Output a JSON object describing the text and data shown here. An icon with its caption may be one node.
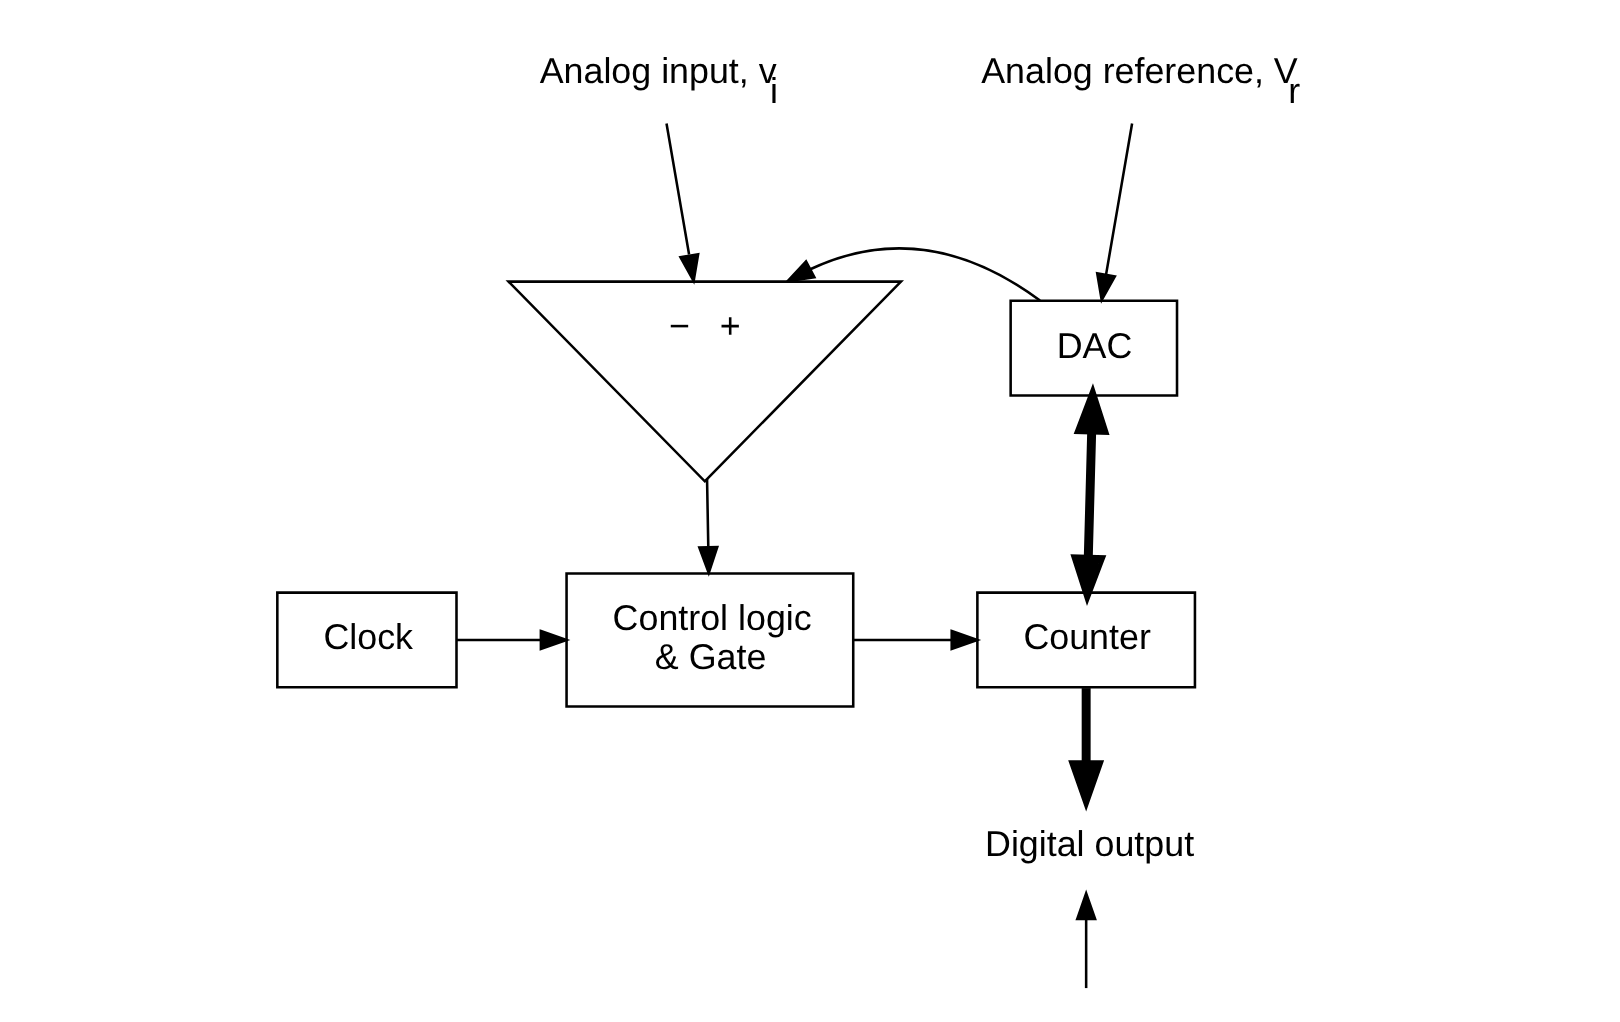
{
  "diagram": {
    "nodes": [
      {
        "text": [
          "Analog input, v$_{i}$"
        ]
      },
      {
        "text": [
          "Analog reference, V$_{r}$"
        ]
      },
      {
        "text": [
          "−",
          "+"
        ]
      },
      {
        "text": [
          "DAC"
        ]
      },
      {
        "text": [
          "Digital output"
        ]
      },
      {
        "text": [
          "Clock"
        ]
      },
      {
        "text": [
          "Control logic",
          "& Gate"
        ]
      },
      {
        "text": [
          "Counter"
        ]
      }
    ],
    "edges": [
      {
        "from": 0,
        "to": 2,
        "arrow": "to"
      },
      {
        "from": 1,
        "to": 3,
        "arrow": "to"
      },
      {
        "from": 3,
        "to": 2,
        "arrow": "to"
      },
      {
        "from": 2,
        "to": 6,
        "arrow": "to"
      },
      {
        "from": 5,
        "to": 6,
        "arrow": "to"
      },
      {
        "from": 6,
        "to": 7,
        "arrow": "to"
      },
      {
        "from": 3,
        "to": 7,
        "arrow": "both",
        "style": "thick"
      },
      {
        "from": 7,
        "to": 4,
        "arrow": "to",
        "style": "thick"
      },
      {
        "from": null,
        "to": 4,
        "arrow": "to"
      }
    ]
  }
}
